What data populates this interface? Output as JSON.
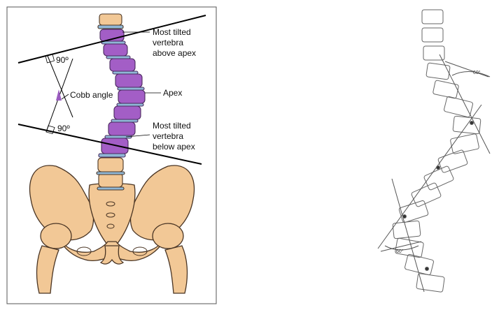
{
  "left_figure": {
    "labels": {
      "top_vertebra": [
        "Most tilted",
        "vertebra",
        "above apex"
      ],
      "apex": "Apex",
      "bottom_vertebra": [
        "Most tilted",
        "vertebra",
        "below apex"
      ],
      "cobb_angle": "Cobb angle",
      "right_angle_top": "90º",
      "right_angle_bottom": "90º"
    },
    "colors": {
      "vertebra": "#a35ec6",
      "disc": "#8fb7d6",
      "bone": "#f2c896",
      "bone_outline": "#4a3524"
    }
  },
  "right_figure": {
    "labels": {
      "upper_angle": "60°",
      "lower_angle": "60°"
    }
  }
}
